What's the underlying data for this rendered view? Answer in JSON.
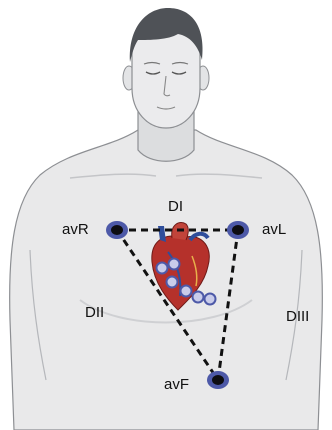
{
  "labels": {
    "lead_i": "DI",
    "lead_ii": "DII",
    "lead_iii": "DIII",
    "avr": "avR",
    "avl": "avL",
    "avf": "avF"
  },
  "colors": {
    "skin": "#e9e9ea",
    "skin_shadow": "#d3d4d6",
    "outline": "#8d8f93",
    "hair": "#4f5257",
    "electrode_ring": "#4d59a8",
    "electrode_core": "#0d0d12",
    "lead_line": "#111111",
    "heart": "#b5312b",
    "vessel_blue": "#2f4e9b"
  }
}
